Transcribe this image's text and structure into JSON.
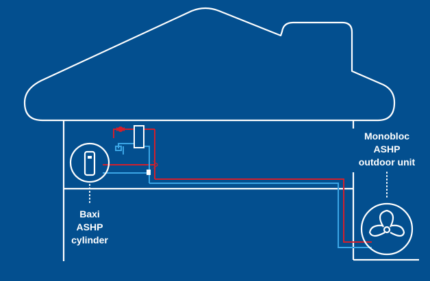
{
  "labels": {
    "cylinder": [
      "Baxi",
      "ASHP",
      "cylinder"
    ],
    "outdoor_unit": [
      "Monobloc",
      "ASHP",
      "outdoor unit"
    ]
  },
  "colors": {
    "background": "#034f8f",
    "outline": "#ffffff",
    "flow_pipe": "#d41f2b",
    "return_pipe": "#3ba6e6"
  },
  "icons": [
    "house-outline-icon",
    "hot-water-cylinder-icon",
    "fan-icon",
    "valve-icon"
  ]
}
